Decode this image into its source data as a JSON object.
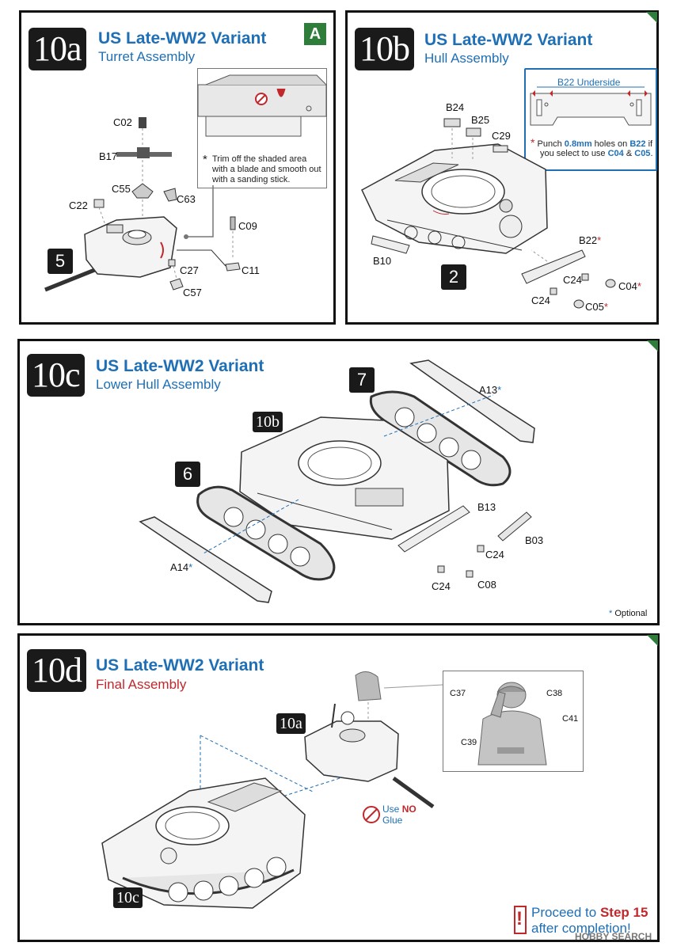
{
  "step10a": {
    "badge": "10a",
    "title": "US Late-WW2 Variant",
    "subtitle": "Turret Assembly",
    "marker": "A",
    "note_star": "*",
    "note": "Trim off the shaded area with a blade and smooth out with a sanding stick.",
    "sub_step": "5",
    "parts": [
      "C02",
      "B17",
      "C55",
      "C63",
      "C22",
      "C09",
      "C27",
      "C11",
      "C57"
    ]
  },
  "step10b": {
    "badge": "10b",
    "title": "US Late-WW2 Variant",
    "subtitle": "Hull Assembly",
    "inset_title": "B22 Underside",
    "note_star": "*",
    "note_prefix": "Punch ",
    "note_size": "0.8mm",
    "note_mid": " holes on ",
    "note_part": "B22",
    "note_if": " if",
    "note_line2_prefix": "you select to use ",
    "note_c04": "C04",
    "note_amp": " & ",
    "note_c05": "C05",
    "note_end": ".",
    "sub_step": "2",
    "parts": [
      "B24",
      "B25",
      "C29",
      "B10",
      "B22",
      "C24",
      "C04",
      "C24",
      "C05"
    ]
  },
  "step10c": {
    "badge": "10c",
    "title": "US Late-WW2 Variant",
    "subtitle": "Lower Hull Assembly",
    "sub_step_7": "7",
    "sub_step_6": "6",
    "ref": "10b",
    "parts": [
      "A13",
      "B13",
      "B03",
      "C24",
      "A14",
      "C24",
      "C08"
    ],
    "optional_star": "*",
    "optional": "Optional"
  },
  "step10d": {
    "badge": "10d",
    "title": "US Late-WW2 Variant",
    "subtitle": "Final Assembly",
    "ref_a": "10a",
    "ref_c": "10c",
    "figure_parts": [
      "C37",
      "C38",
      "C41",
      "C39"
    ],
    "use_no_prefix": "Use ",
    "use_no_bold": "NO",
    "use_no_glue": "Glue",
    "proceed_prefix": "Proceed to ",
    "proceed_step": "Step 15",
    "proceed_line2": "after completion!",
    "exclaim": "!"
  },
  "watermark": "HOBBY SEARCH",
  "colors": {
    "blue": "#1e6fb5",
    "red": "#c0282c",
    "green": "#2e7d3a",
    "dark": "#1a1a1a"
  }
}
